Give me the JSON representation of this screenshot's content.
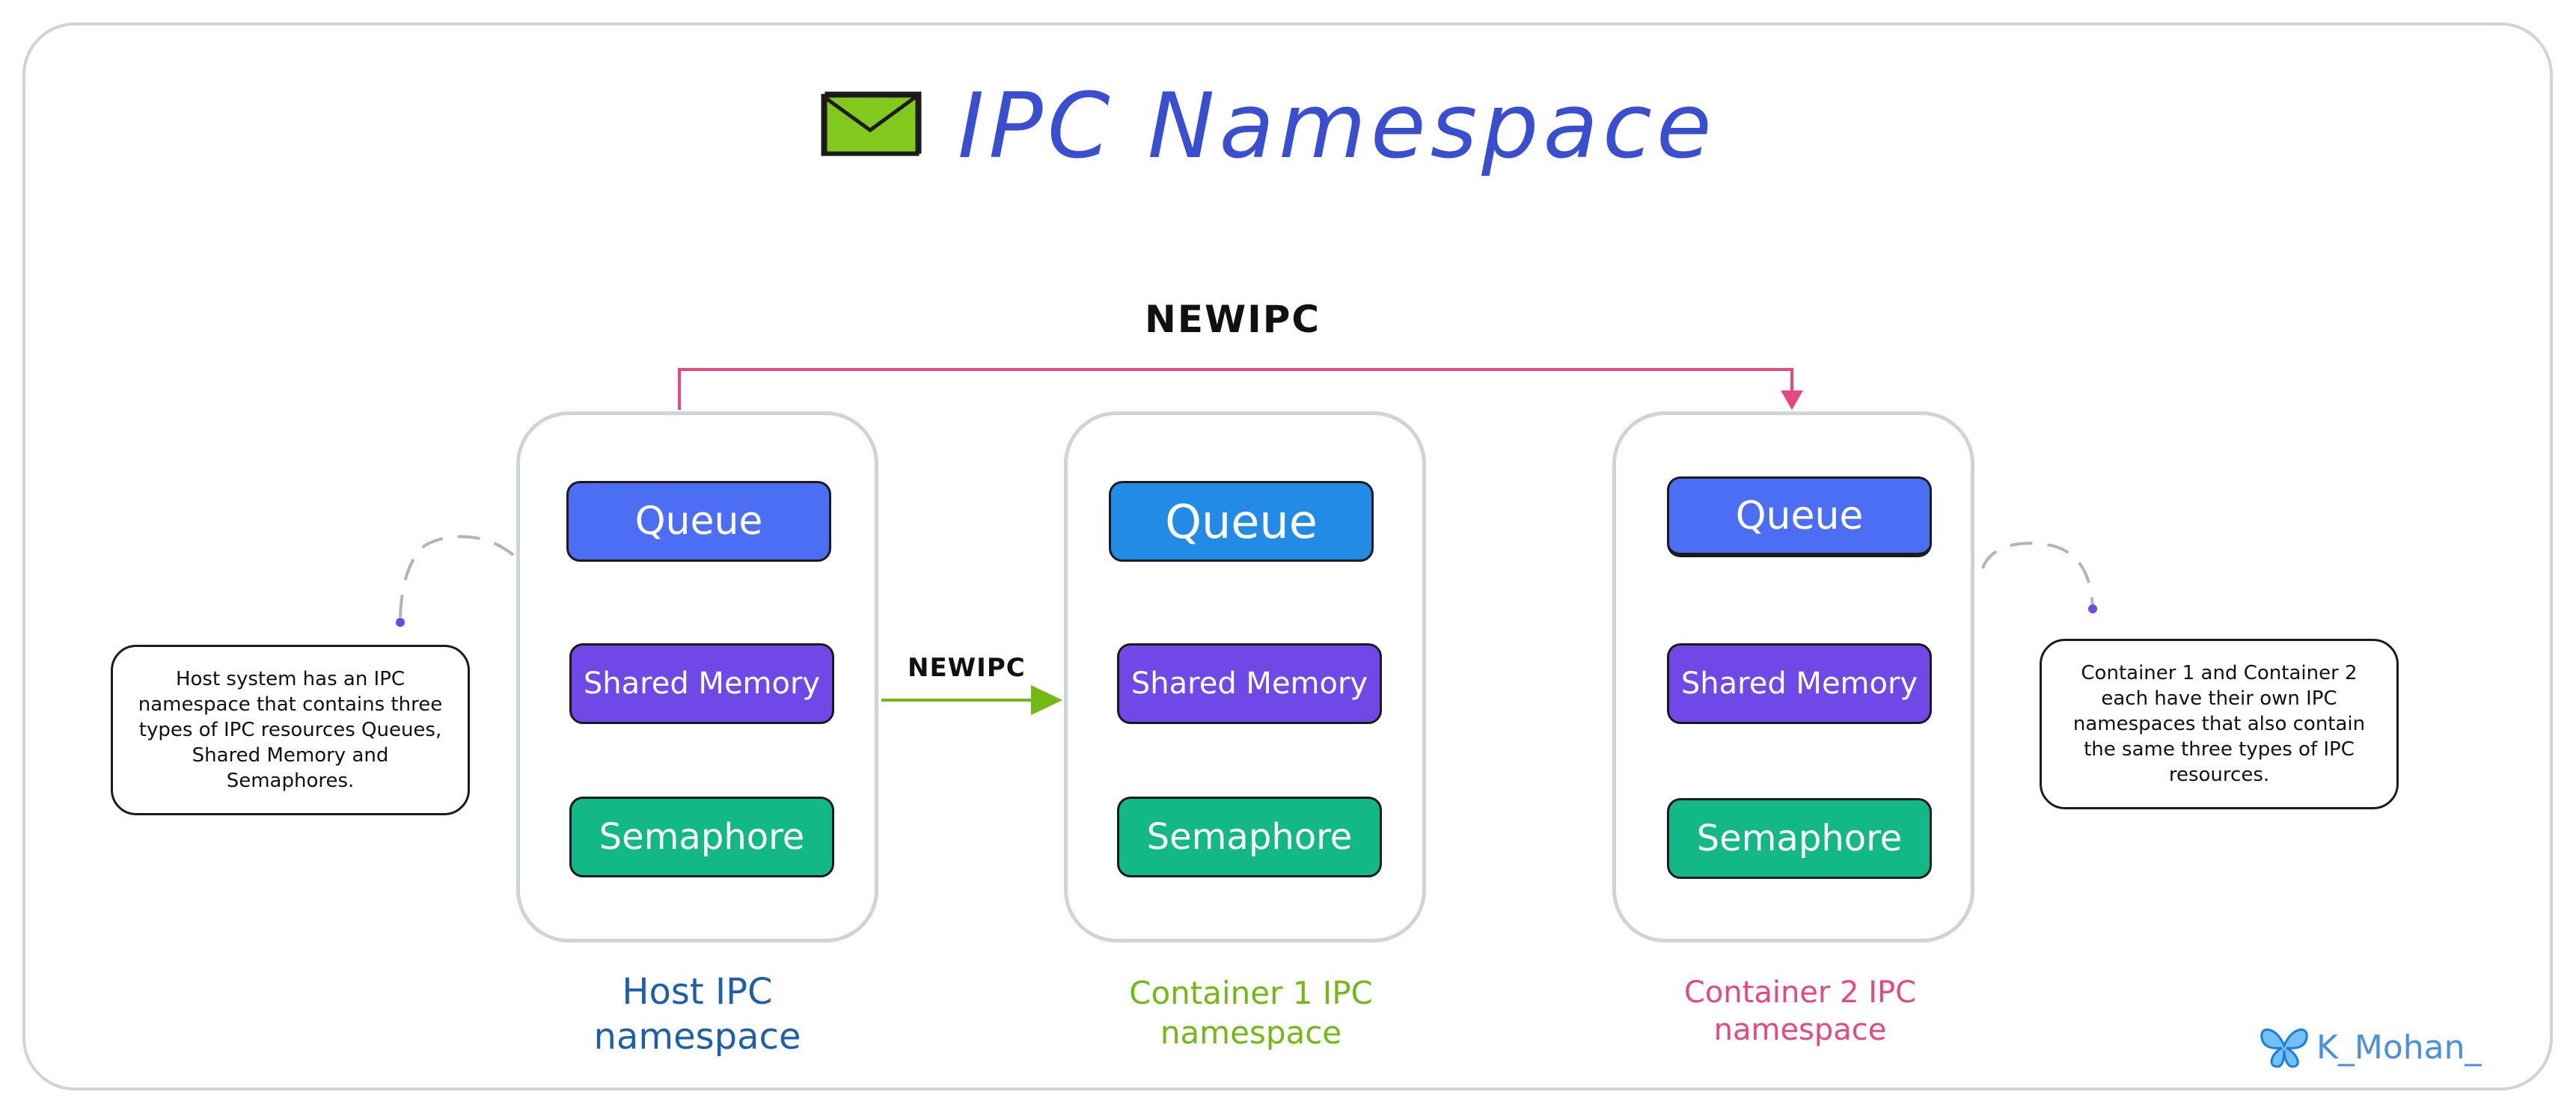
{
  "title": "IPC Namespace",
  "labels": {
    "newipc_top": "NEWIPC",
    "newipc_mid": "NEWIPC"
  },
  "namespaces": [
    {
      "label_line1": "Host IPC",
      "label_line2": "namespace",
      "label_color": "#1e5fa8",
      "resources": [
        "Queue",
        "Shared Memory",
        "Semaphore"
      ],
      "queue_color": "#4c6ef5"
    },
    {
      "label_line1": "Container 1 IPC",
      "label_line2": "namespace",
      "label_color": "#74b816",
      "resources": [
        "Queue",
        "Shared Memory",
        "Semaphore"
      ],
      "queue_color": "#228be6"
    },
    {
      "label_line1": "Container 2 IPC",
      "label_line2": "namespace",
      "label_color": "#e64980",
      "resources": [
        "Queue",
        "Shared Memory",
        "Semaphore"
      ],
      "queue_color": "#4c6ef5"
    }
  ],
  "notes": {
    "host": "Host system has an IPC namespace that contains three types of IPC resources Queues, Shared Memory and Semaphores.",
    "containers": "Container 1 and Container 2 each have their own IPC namespaces that also contain the same three types of IPC resources."
  },
  "colors": {
    "title": "#3a4fd0",
    "arrow_top": "#e64980",
    "arrow_mid": "#74b816",
    "shared_memory": "#7048e8",
    "semaphore": "#12b886",
    "envelope": "#82c91e"
  },
  "icons": {
    "title_icon": "envelope-icon",
    "author_icon": "butterfly-icon"
  },
  "author": "K_Mohan_"
}
